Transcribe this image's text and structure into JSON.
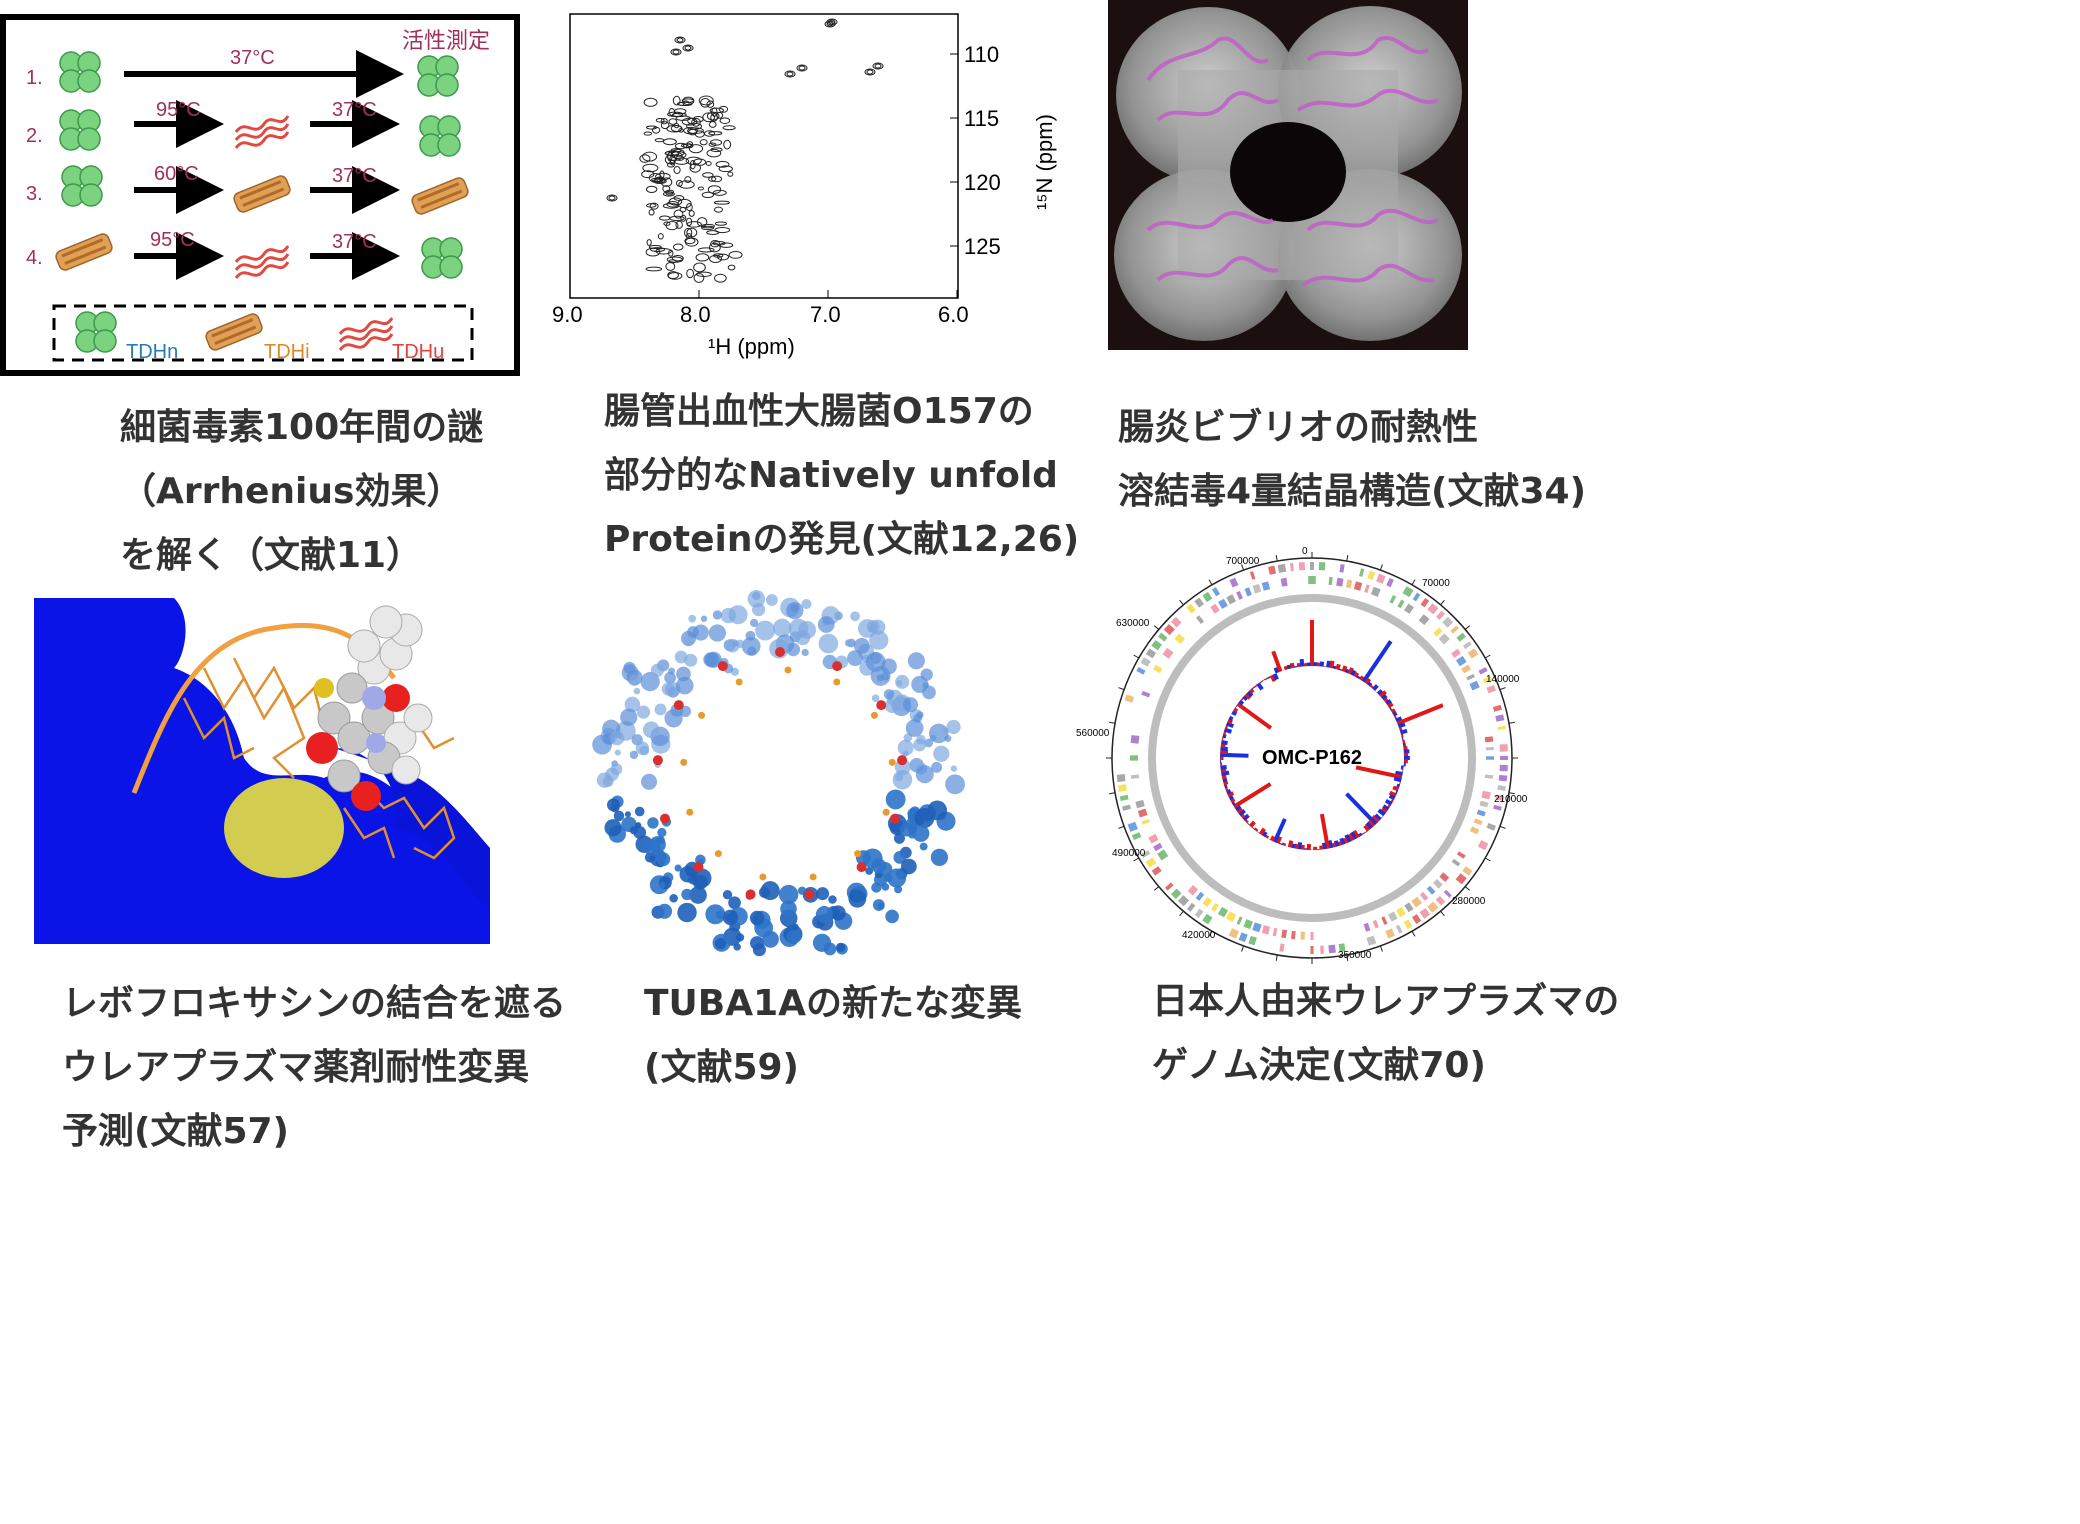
{
  "panel1": {
    "header": "活性測定",
    "rows": [
      {
        "num": "1.",
        "temps": [
          "37°C"
        ]
      },
      {
        "num": "2.",
        "temps": [
          "95°C",
          "37°C"
        ]
      },
      {
        "num": "3.",
        "temps": [
          "60°C",
          "37°C"
        ]
      },
      {
        "num": "4.",
        "temps": [
          "95°C",
          "37°C"
        ]
      }
    ],
    "legend": {
      "native": "TDHn",
      "intermediate": "TDHi",
      "unfolded": "TDHu"
    },
    "colors": {
      "native": "#5fc46a",
      "intermediate": "#d9903a",
      "unfolded": "#e0443c",
      "label": "#a0305a"
    }
  },
  "panel2": {
    "x_ticks": [
      "9.0",
      "8.0",
      "7.0",
      "6.0"
    ],
    "y_ticks": [
      "110",
      "115",
      "120",
      "125"
    ],
    "x_label": "¹H (ppm)",
    "y_label": "¹⁵N (ppm)"
  },
  "panel6": {
    "center_label": "OMC-P162",
    "ticks": [
      "0",
      "70000",
      "140000",
      "210000",
      "280000",
      "350000",
      "420000",
      "490000",
      "560000",
      "630000",
      "700000"
    ]
  },
  "captions": {
    "c1": [
      "細菌毒素100年間の謎",
      "（Arrhenius効果）",
      "を解く（文献11）"
    ],
    "c2": [
      "腸管出血性大腸菌O157の",
      "部分的なNatively unfold",
      "Proteinの発見(文献12,26)"
    ],
    "c3": [
      "腸炎ビブリオの耐熱性",
      "溶結毒4量結晶構造(文献34)"
    ],
    "c4": [
      "レボフロキサシンの結合を遮る",
      "ウレアプラズマ薬剤耐性変異",
      "予測(文献57)"
    ],
    "c5": [
      "TUBA1Aの新たな変異",
      "(文献59)"
    ],
    "c6": [
      "日本人由来ウレアプラズマの",
      "ゲノム決定(文献70)"
    ]
  }
}
